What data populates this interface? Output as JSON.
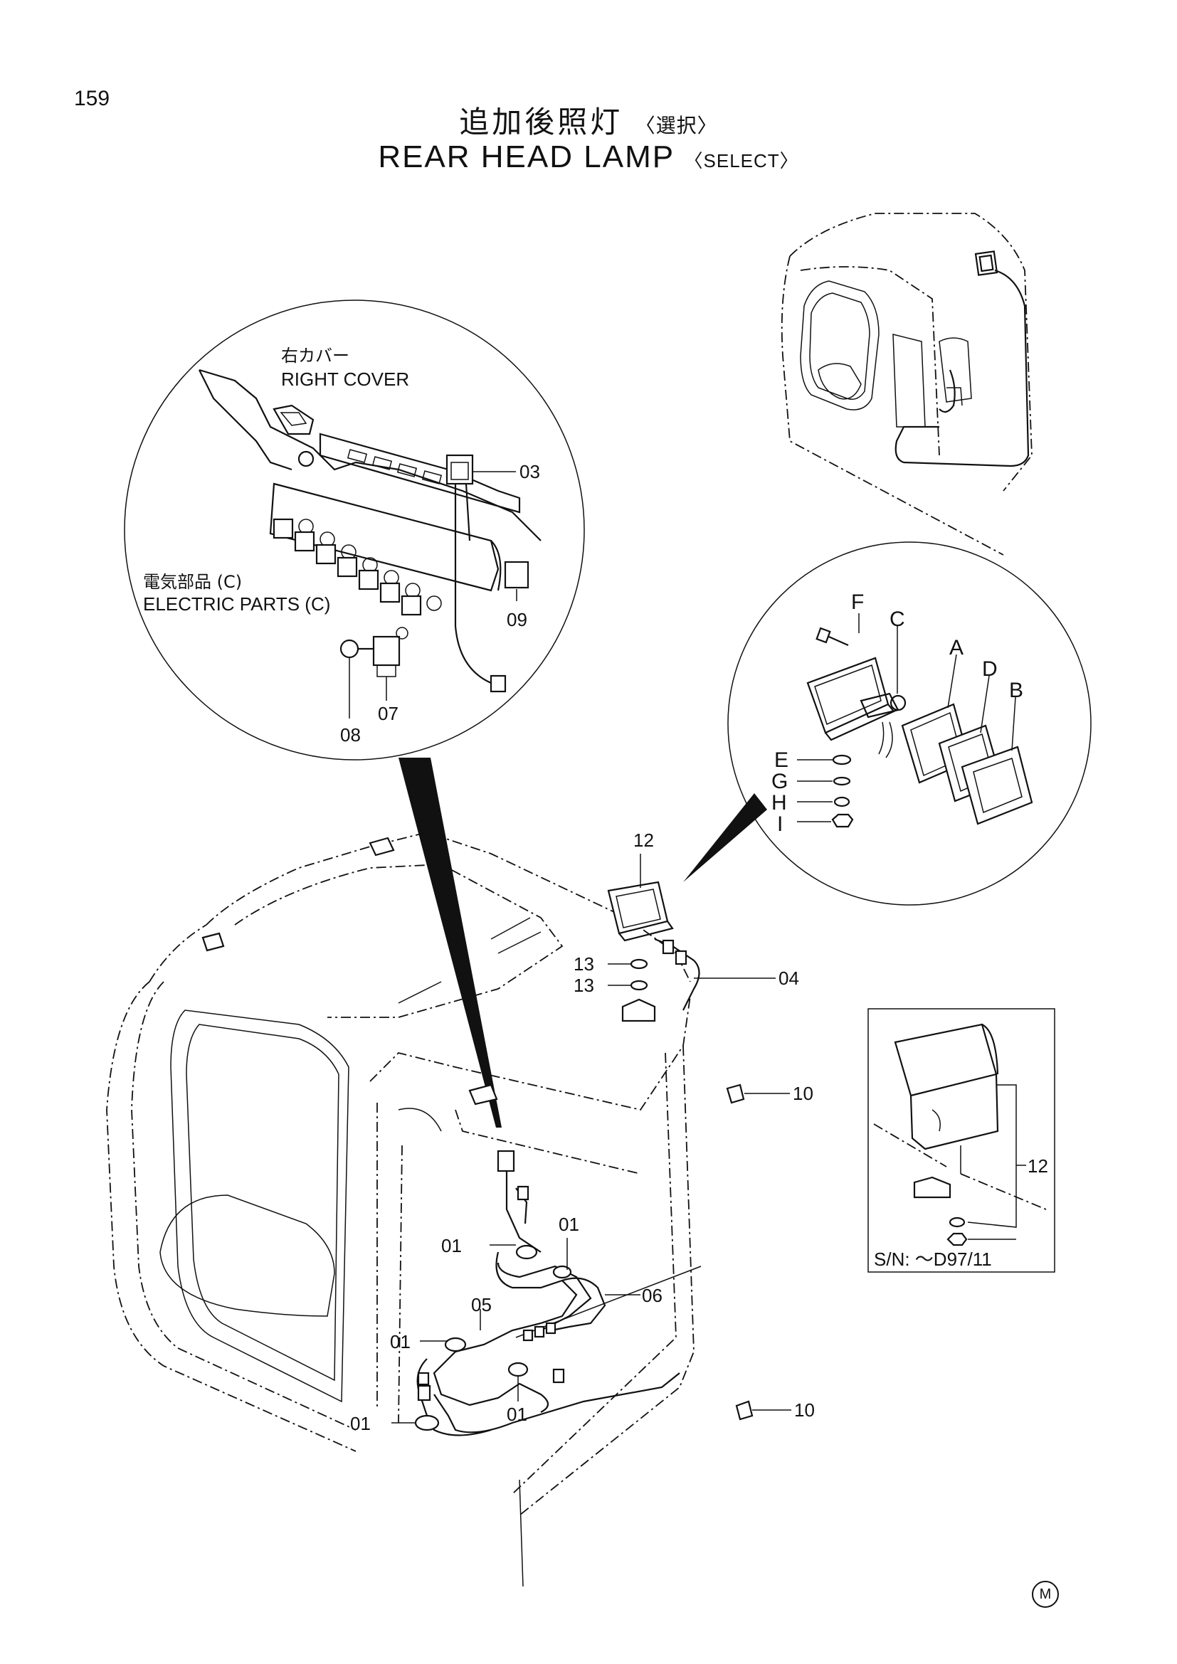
{
  "page_number": "159",
  "title_jp": "追加後照灯",
  "title_jp_select": "〈選択〉",
  "title_en": "REAR HEAD LAMP",
  "title_en_select": "〈SELECT〉",
  "callouts": {
    "right_cover_jp": "右カバー",
    "right_cover_en": "RIGHT COVER",
    "electric_parts_jp": "電気部品 (C)",
    "electric_parts_en": "ELECTRIC PARTS (C)"
  },
  "part_labels": {
    "p01": "01",
    "p03": "03",
    "p04": "04",
    "p05": "05",
    "p06": "06",
    "p07": "07",
    "p08": "08",
    "p09": "09",
    "p10": "10",
    "p12": "12",
    "p13": "13"
  },
  "lamp_detail_labels": {
    "A": "A",
    "B": "B",
    "C": "C",
    "D": "D",
    "E": "E",
    "F": "F",
    "G": "G",
    "H": "H",
    "I": "I"
  },
  "inset_serial": "S/N: ～D97/11",
  "bottom_mark": "M"
}
